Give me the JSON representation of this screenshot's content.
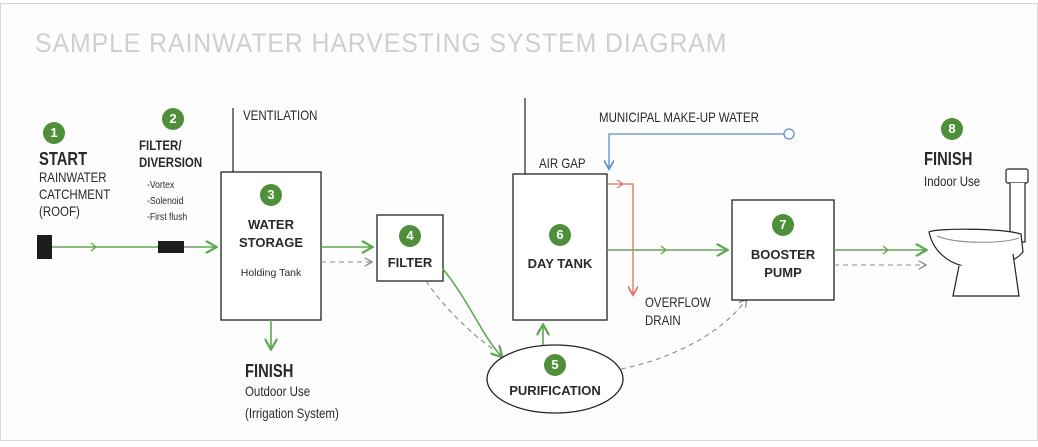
{
  "title": "SAMPLE RAINWATER HARVESTING SYSTEM DIAGRAM",
  "colors": {
    "flow_line": "#5fa852",
    "overflow_line": "#e0705a",
    "makeup_line": "#5a8fd0",
    "step_badge": "#4f8f3a",
    "box_border": "#222222",
    "dashed_line": "#8a8a8a"
  },
  "steps": {
    "s1": {
      "number": "1",
      "heading": "START",
      "lines": [
        "RAINWATER",
        "CATCHMENT",
        "(ROOF)"
      ]
    },
    "s2": {
      "number": "2",
      "heading_lines": [
        "FILTER/",
        "DIVERSION"
      ],
      "options": [
        "-Vortex",
        "-Solenoid",
        "-First flush"
      ]
    },
    "s3": {
      "number": "3",
      "label_lines": [
        "WATER",
        "STORAGE"
      ],
      "sub": "Holding Tank",
      "vent": "VENTILATION"
    },
    "s4": {
      "number": "4",
      "label": "FILTER"
    },
    "s5": {
      "number": "5",
      "label": "PURIFICATION"
    },
    "s6": {
      "number": "6",
      "label": "DAY TANK",
      "air_gap": "AIR GAP",
      "makeup": "MUNICIPAL MAKE-UP WATER",
      "overflow_lines": [
        "OVERFLOW",
        "DRAIN"
      ]
    },
    "s7": {
      "number": "7",
      "label_lines": [
        "BOOSTER",
        "PUMP"
      ]
    },
    "s8": {
      "number": "8",
      "heading": "FINISH",
      "sub": "Indoor Use"
    }
  },
  "outdoor": {
    "heading": "FINISH",
    "lines": [
      "Outdoor Use",
      "(Irrigation System)"
    ]
  }
}
